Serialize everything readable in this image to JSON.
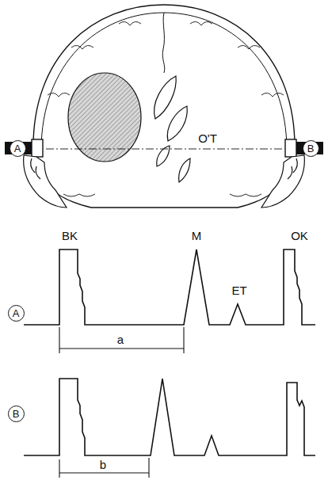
{
  "diagram": {
    "nodes": [
      {
        "text": [
          "A"
        ]
      },
      {
        "text": [
          "B"
        ]
      },
      {
        "text": [
          "A"
        ]
      },
      {
        "text": [
          "B"
        ]
      }
    ],
    "labels": [
      "O'T",
      "BK",
      "M",
      "OK",
      "ET",
      "a",
      "b"
    ]
  }
}
